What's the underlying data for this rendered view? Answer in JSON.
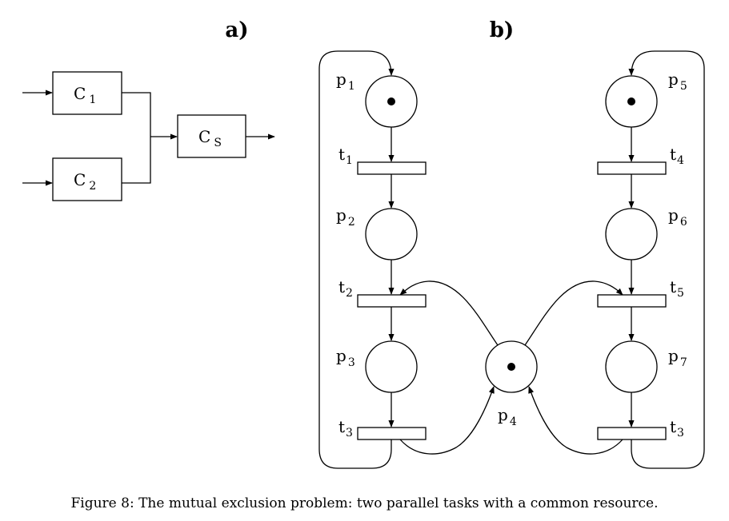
{
  "panel_a": {
    "label": "a)",
    "boxes": [
      {
        "id": "c1",
        "name": "C",
        "sub": "1"
      },
      {
        "id": "c2",
        "name": "C",
        "sub": "2"
      },
      {
        "id": "cs",
        "name": "C",
        "sub": "S"
      }
    ]
  },
  "panel_b": {
    "label": "b)",
    "places": [
      {
        "id": "p1",
        "name": "p",
        "sub": "1",
        "token": true
      },
      {
        "id": "p2",
        "name": "p",
        "sub": "2",
        "token": false
      },
      {
        "id": "p3",
        "name": "p",
        "sub": "3",
        "token": false
      },
      {
        "id": "p4",
        "name": "p",
        "sub": "4",
        "token": true
      },
      {
        "id": "p5",
        "name": "p",
        "sub": "5",
        "token": true
      },
      {
        "id": "p6",
        "name": "p",
        "sub": "6",
        "token": false
      },
      {
        "id": "p7",
        "name": "p",
        "sub": "7",
        "token": false
      }
    ],
    "transitions": [
      {
        "id": "t1",
        "name": "t",
        "sub": "1"
      },
      {
        "id": "t2",
        "name": "t",
        "sub": "2"
      },
      {
        "id": "t3a",
        "name": "t",
        "sub": "3"
      },
      {
        "id": "t4",
        "name": "t",
        "sub": "4"
      },
      {
        "id": "t5",
        "name": "t",
        "sub": "5"
      },
      {
        "id": "t3b",
        "name": "t",
        "sub": "3"
      }
    ]
  },
  "caption": "Figure 8: The mutual exclusion problem: two parallel tasks with a common resource."
}
